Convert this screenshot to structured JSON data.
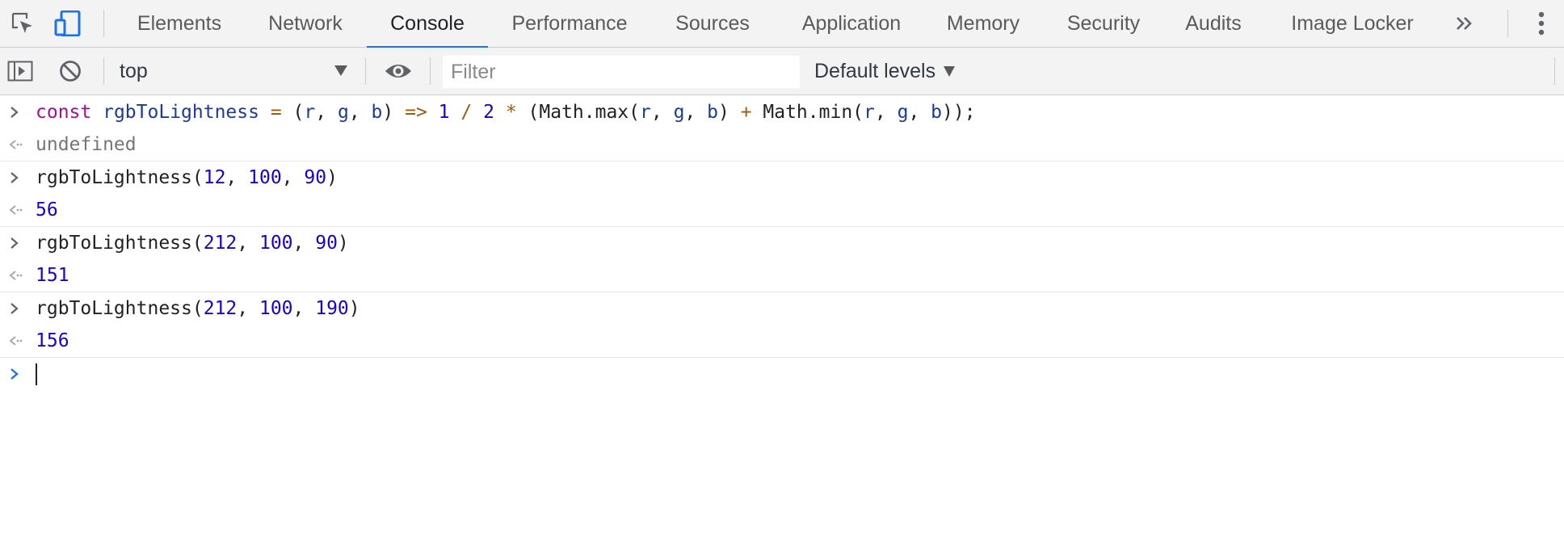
{
  "tabbar": {
    "tabs": [
      {
        "label": "Elements",
        "active": false
      },
      {
        "label": "Network",
        "active": false
      },
      {
        "label": "Console",
        "active": true
      },
      {
        "label": "Performance",
        "active": false
      },
      {
        "label": "Sources",
        "active": false
      },
      {
        "label": "Application",
        "active": false
      },
      {
        "label": "Memory",
        "active": false
      },
      {
        "label": "Security",
        "active": false
      },
      {
        "label": "Audits",
        "active": false
      },
      {
        "label": "Image Locker",
        "active": false
      }
    ],
    "icons": [
      "inspect-element-icon",
      "device-toolbar-icon",
      "more-tabs-icon",
      "kebab-menu-icon"
    ]
  },
  "toolbar": {
    "context": "top",
    "filter_placeholder": "Filter",
    "filter_value": "",
    "levels": "Default levels",
    "icons": [
      "sidebar-toggle-icon",
      "clear-console-icon",
      "live-expression-eye-icon"
    ]
  },
  "console": {
    "entries": [
      {
        "input": "const rgbToLightness = (r, g, b) => 1 / 2 * (Math.max(r, g, b) + Math.min(r, g, b));",
        "output": "undefined"
      },
      {
        "input": "rgbToLightness(12, 100, 90)",
        "output": "56"
      },
      {
        "input": "rgbToLightness(212, 100, 90)",
        "output": "151"
      },
      {
        "input": "rgbToLightness(212, 100, 190)",
        "output": "156"
      }
    ]
  },
  "colors": {
    "accent": "#1a73e8",
    "number": "#1c00cf",
    "keyword": "#aa0d91",
    "operator": "#a15a0b",
    "undefined": "#767676"
  }
}
